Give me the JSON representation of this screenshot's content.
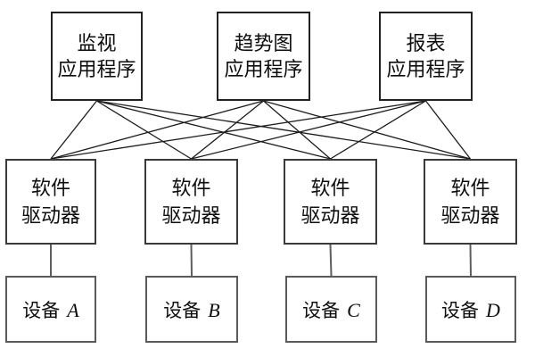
{
  "diagram": {
    "title": "application-driver-device-architecture",
    "applications": [
      {
        "line1": "监视",
        "line2": "应用程序"
      },
      {
        "line1": "趋势图",
        "line2": "应用程序"
      },
      {
        "line1": "报表",
        "line2": "应用程序"
      }
    ],
    "drivers": [
      {
        "line1": "软件",
        "line2": "驱动器"
      },
      {
        "line1": "软件",
        "line2": "驱动器"
      },
      {
        "line1": "软件",
        "line2": "驱动器"
      },
      {
        "line1": "软件",
        "line2": "驱动器"
      }
    ],
    "devices": [
      {
        "prefix": "设备",
        "letter": "A"
      },
      {
        "prefix": "设备",
        "letter": "B"
      },
      {
        "prefix": "设备",
        "letter": "C"
      },
      {
        "prefix": "设备",
        "letter": "D"
      }
    ],
    "edges": {
      "app_to_driver": [
        [
          0,
          0
        ],
        [
          0,
          1
        ],
        [
          0,
          2
        ],
        [
          0,
          3
        ],
        [
          1,
          0
        ],
        [
          1,
          1
        ],
        [
          1,
          2
        ],
        [
          1,
          3
        ],
        [
          2,
          0
        ],
        [
          2,
          1
        ],
        [
          2,
          2
        ],
        [
          2,
          3
        ]
      ],
      "driver_to_device": [
        [
          0,
          0
        ],
        [
          1,
          1
        ],
        [
          2,
          2
        ],
        [
          3,
          3
        ]
      ]
    }
  },
  "colors": {
    "background": "#ffffff",
    "box_border": "#222222",
    "mesh_line": "#1c1c1c",
    "drop_line": "#5e5e5e",
    "text": "#0e0e0e"
  }
}
